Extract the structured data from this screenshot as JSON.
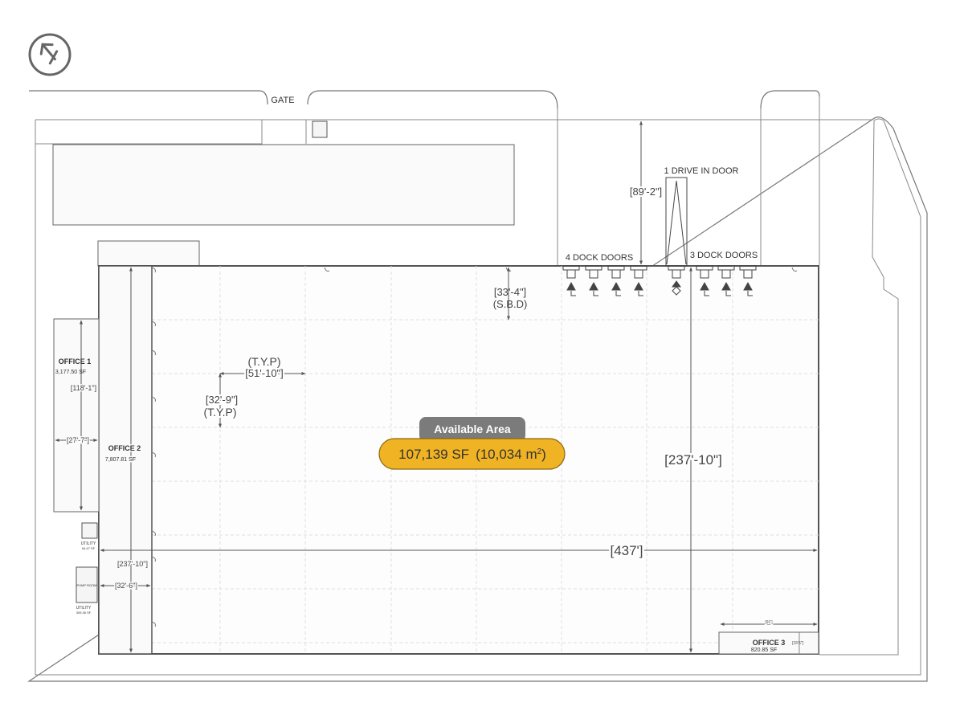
{
  "north_icon": "north-arrow-icon",
  "labels": {
    "gate": "GATE",
    "drive_in": "1 DRIVE IN DOOR",
    "dock_4": "4 DOCK DOORS",
    "dock_3": "3 DOCK DOORS",
    "truck_court_depth": "[89'-2\"]",
    "clear_height": "[33'-4\"]",
    "clear_height_note": "(S.B.D)",
    "bay_typ": "(T.Y.P)",
    "bay_width": "[51'-10\"]",
    "bay_depth": "[32'-9\"]",
    "bay_depth_typ": "(T.Y.P)",
    "building_depth": "[237'-10\"]",
    "building_width": "[437']",
    "office1_height": "[118'-1\"]",
    "office1_width": "[27'-7\"]",
    "office2_depth": "[237'-10\"]",
    "office2_width": "[32'-6\"]",
    "office3_width": "[91']",
    "office3_depth": "[15'6\"]"
  },
  "offices": [
    {
      "name": "OFFICE 1",
      "area": "3,177.50 SF"
    },
    {
      "name": "OFFICE 2",
      "area": "7,807.81 SF"
    },
    {
      "name": "OFFICE 3",
      "area": "820.85 SF"
    }
  ],
  "utilities": [
    {
      "name": "UTILITY",
      "area": "54.47 SF"
    },
    {
      "name": "UTILITY",
      "area": "305.36 SF",
      "room": "PUMP ROOM"
    }
  ],
  "badge": {
    "title": "Available Area",
    "area_value": "107,139 SF",
    "area_metric": "(10,034 m",
    "area_exp": "2",
    "area_close": ")",
    "title_color": "#7b7b7b",
    "area_color": "#f0b323"
  }
}
